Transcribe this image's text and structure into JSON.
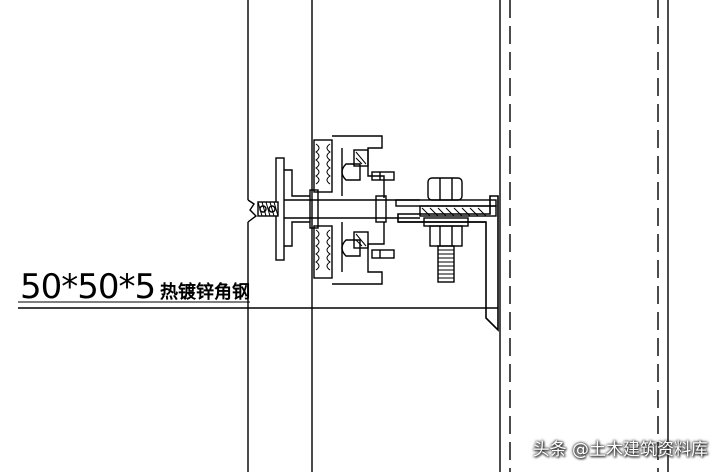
{
  "callout": {
    "dimension": "50*50*5",
    "material": "热镀锌角钢"
  },
  "watermark": {
    "text": "头条 @土木建筑资料库"
  },
  "colors": {
    "line": "#000000",
    "background": "#ffffff"
  }
}
